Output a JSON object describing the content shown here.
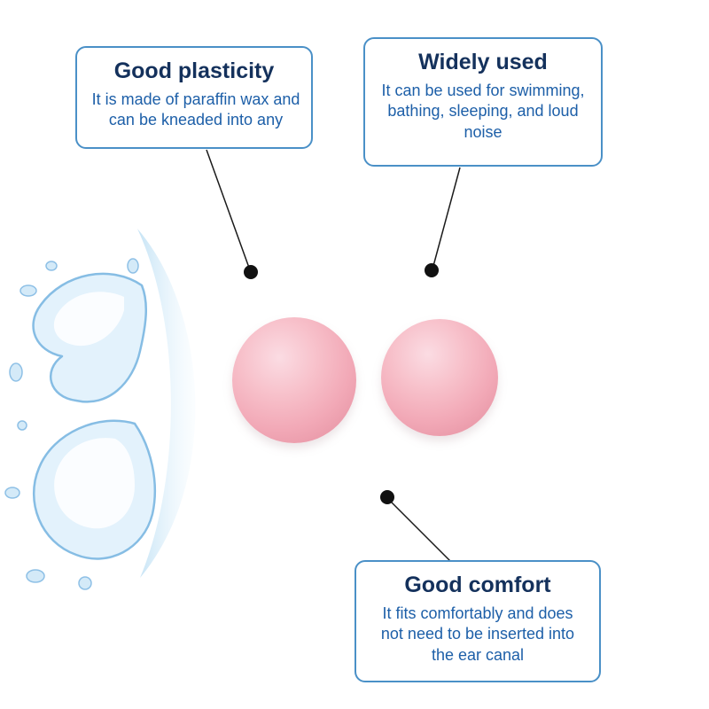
{
  "page": {
    "background": "#ffffff"
  },
  "colors": {
    "callout_border": "#4a90c7",
    "title_text": "#14315c",
    "body_text": "#1d5fa8",
    "pointer_line": "#1a1a1a",
    "pointer_dot": "#111111",
    "ball_pink": "#f2a9b7",
    "splash_outline": "#86bde4",
    "splash_fill": "#e3f2fc"
  },
  "callouts": {
    "plasticity": {
      "title": "Good plasticity",
      "body": "It is made of paraffin wax and can be kneaded into any"
    },
    "widely_used": {
      "title": "Widely used",
      "body": "It can be used for swimming, bathing, sleeping, and loud noise"
    },
    "comfort": {
      "title": "Good comfort",
      "body": "It fits comfortably and does not need to be inserted into the ear canal"
    }
  }
}
